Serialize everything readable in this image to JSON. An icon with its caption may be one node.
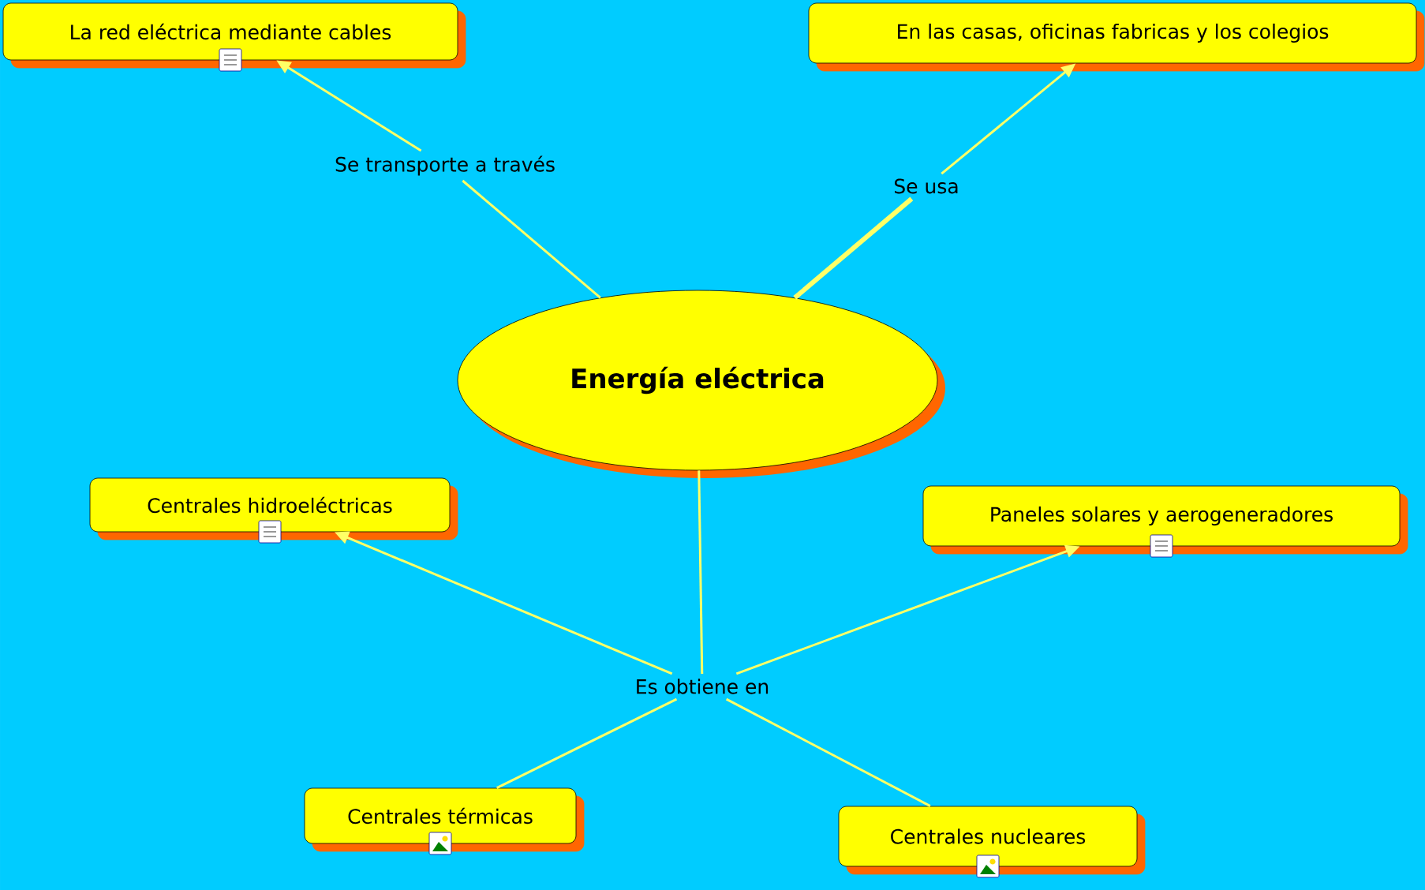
{
  "diagram": {
    "nodes": [
      {
        "text": [
          "La red eléctrica mediante cables"
        ]
      },
      {
        "text": [
          "En las casas, oficinas fabricas y los colegios"
        ]
      },
      {
        "text": [
          "Se transporte a través"
        ]
      },
      {
        "text": [
          "Se usa"
        ]
      },
      {
        "text": [
          "Energía eléctrica"
        ]
      },
      {
        "text": [
          "Centrales hidroeléctricas"
        ]
      },
      {
        "text": [
          "Paneles solares y aerogeneradores"
        ]
      },
      {
        "text": [
          "Es obtiene en"
        ]
      },
      {
        "text": [
          "Centrales térmicas"
        ]
      },
      {
        "text": [
          "Centrales nucleares"
        ]
      }
    ],
    "edges": [
      {
        "from": 4,
        "to": 2,
        "arrow": "none"
      },
      {
        "from": 2,
        "to": 0,
        "arrow": "to"
      },
      {
        "from": 4,
        "to": 3,
        "arrow": "none",
        "style": "thick"
      },
      {
        "from": 3,
        "to": 1,
        "arrow": "to"
      },
      {
        "from": 4,
        "to": 7,
        "arrow": "none"
      },
      {
        "from": 7,
        "to": 5,
        "arrow": "to"
      },
      {
        "from": 7,
        "to": 6,
        "arrow": "to"
      },
      {
        "from": 7,
        "to": 8,
        "arrow": "none"
      },
      {
        "from": 7,
        "to": 9,
        "arrow": "none"
      }
    ]
  }
}
